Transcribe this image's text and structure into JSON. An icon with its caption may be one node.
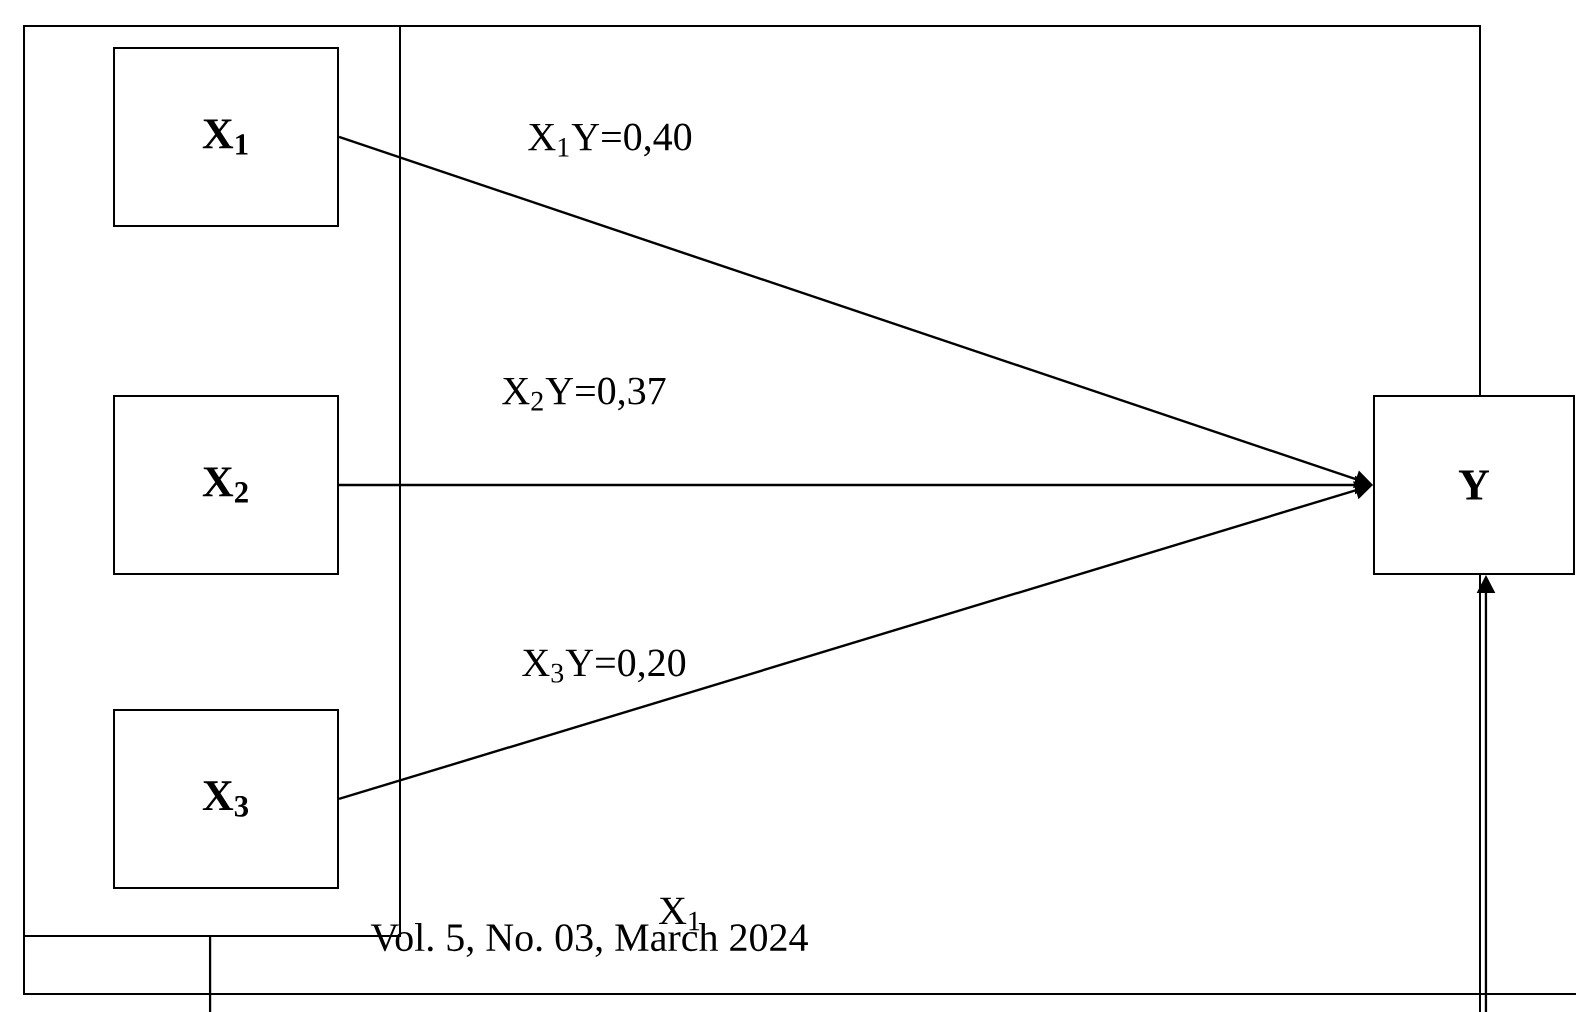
{
  "diagram": {
    "nodes": [
      {
        "text": [],
        "shape": "box"
      },
      {
        "text": [
          "X$_{1}$"
        ],
        "in": 0
      },
      {
        "text": [
          "X$_{2}$"
        ],
        "in": 0
      },
      {
        "text": [
          "X$_{3}$"
        ],
        "in": 0
      },
      {
        "text": [
          "Y"
        ]
      }
    ],
    "edges": [
      {
        "from": 1,
        "to": 4,
        "arrow": "to",
        "label": "X$_{1}$Y=0,40"
      },
      {
        "from": 2,
        "to": 4,
        "arrow": "to",
        "label": "X$_{2}$Y=0,37"
      },
      {
        "from": 3,
        "to": 4,
        "arrow": "to",
        "label": "X$_{3}$Y=0,20"
      },
      {
        "from": null,
        "to": 4,
        "arrow": "to"
      },
      {
        "from": null,
        "to": 0,
        "arrow": "none"
      }
    ],
    "labels": [
      "X$_{1}$",
      "Vol. 5, No. 03, March 2024"
    ]
  }
}
